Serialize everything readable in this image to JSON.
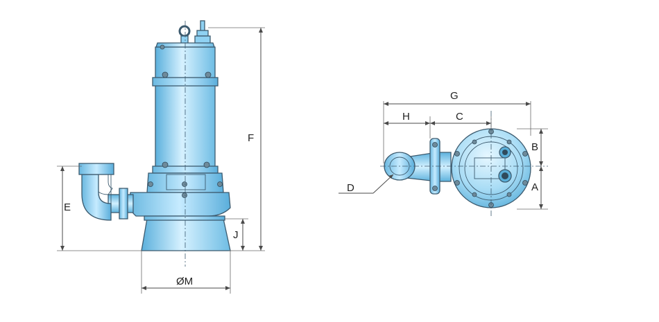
{
  "dimensions": {
    "a": "A",
    "b": "B",
    "c": "C",
    "d": "D",
    "e": "E",
    "f": "F",
    "g": "G",
    "h": "H",
    "j": "J",
    "m": "ØM"
  },
  "colors": {
    "body_light": "#cfeeff",
    "body_mid": "#8fd1f2",
    "body_dark": "#4fa8d6",
    "outline": "#3c5a6e",
    "dimension_line": "#4a4a4a"
  }
}
